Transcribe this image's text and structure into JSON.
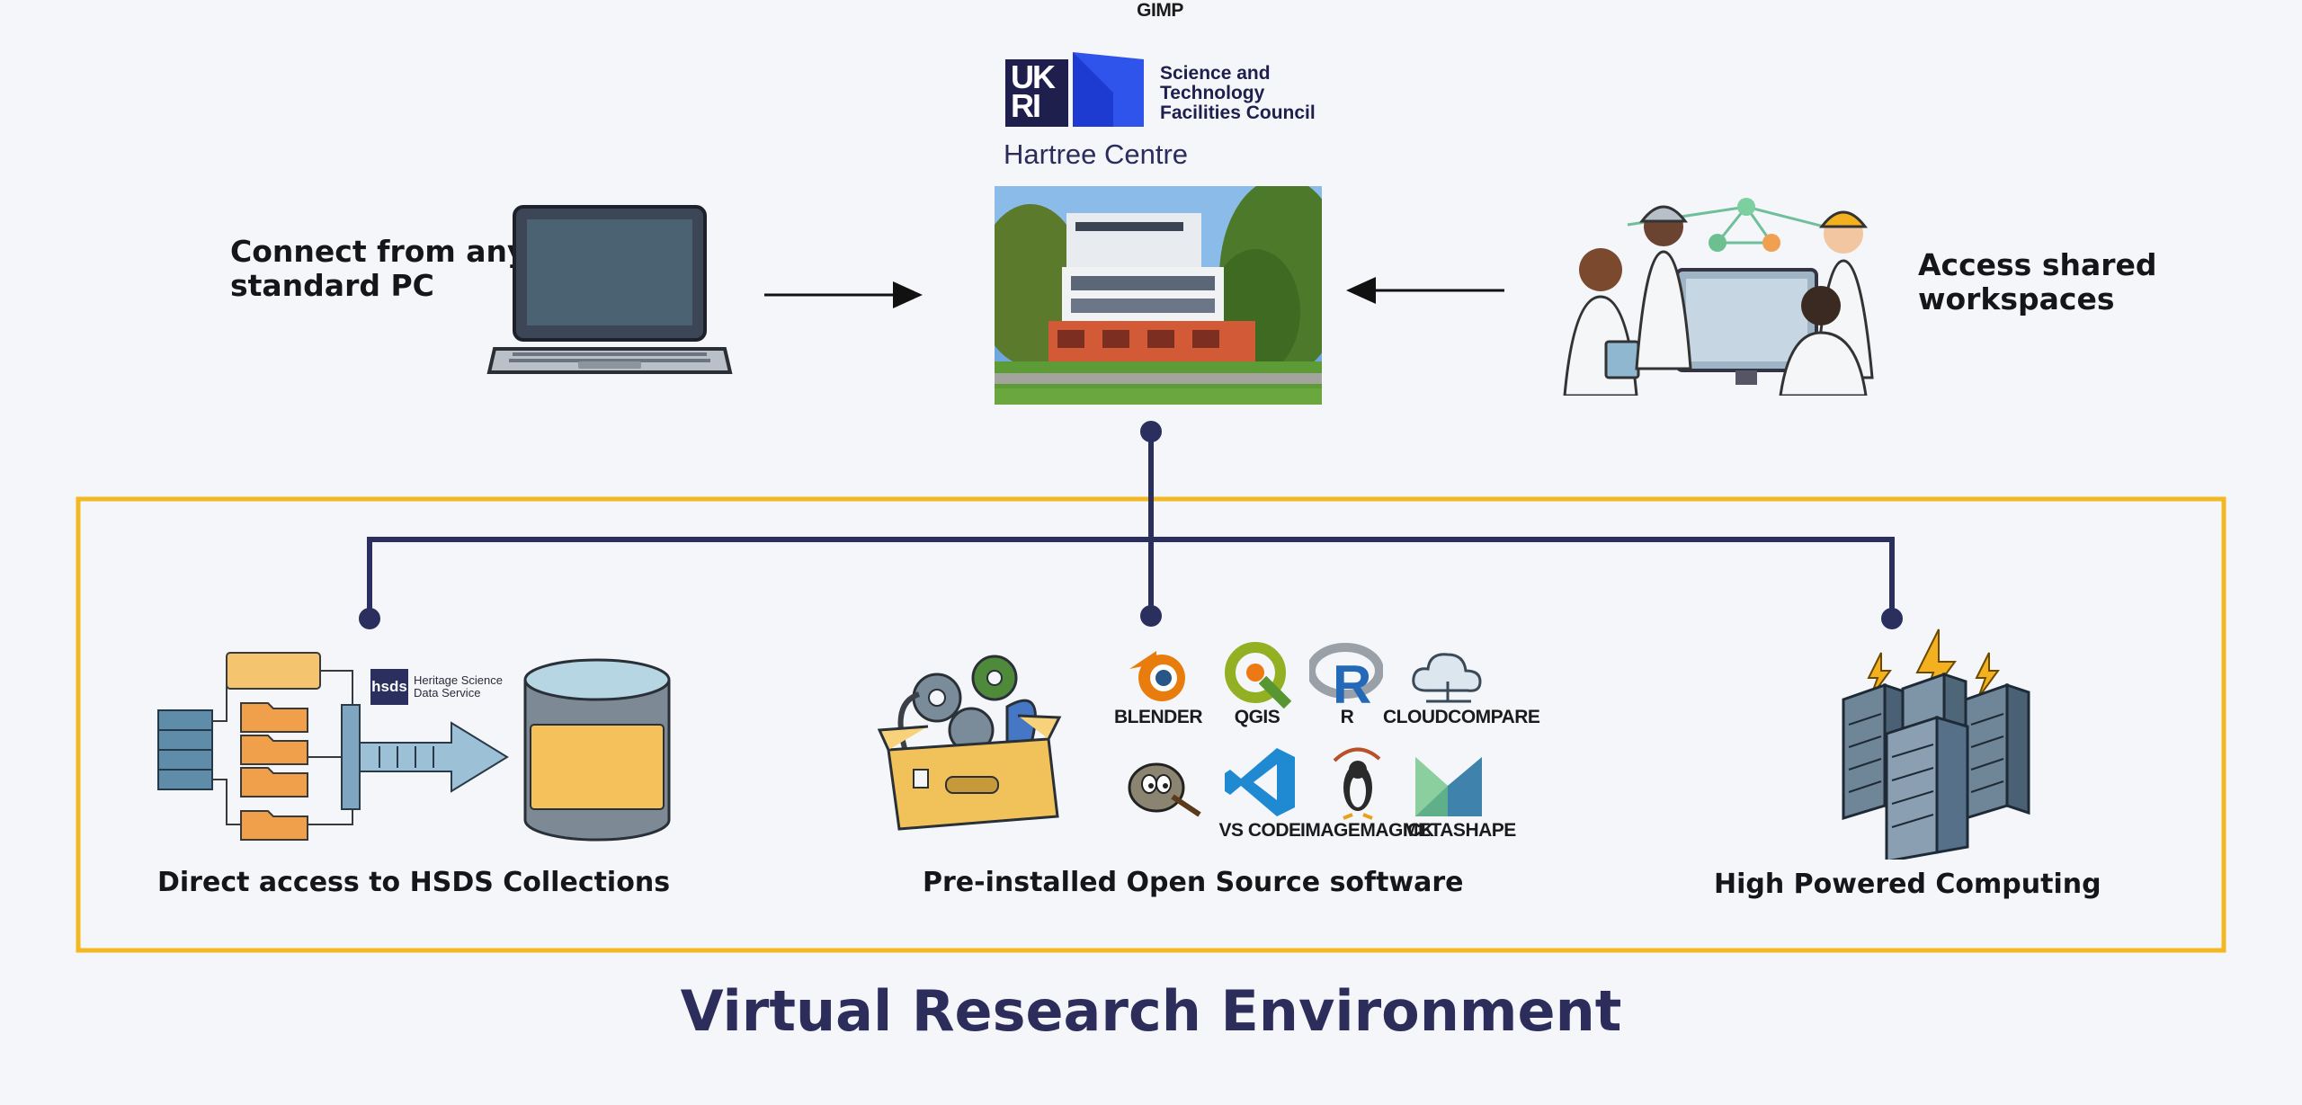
{
  "organization": {
    "logo_letters": "UKRI",
    "council_lines": [
      "Science and",
      "Technology",
      "Facilities Council"
    ],
    "centre_name": "Hartree Centre"
  },
  "access": {
    "left_label_lines": [
      "Connect from any",
      "standard PC"
    ],
    "right_label_lines": [
      "Access shared",
      "workspaces"
    ]
  },
  "features": {
    "hsds": {
      "label": "Direct access to HSDS Collections",
      "badge": "hsds",
      "badge_lines": [
        "Heritage Science",
        "Data Service"
      ]
    },
    "software": {
      "label": "Pre-installed Open Source software",
      "apps": [
        "BLENDER",
        "QGIS",
        "R",
        "CLOUDCOMPARE",
        "GIMP",
        "VS CODE",
        "IMAGEMAGICK",
        "METASHAPE"
      ]
    },
    "hpc": {
      "label": "High Powered Computing"
    }
  },
  "title": "Virtual Research Environment",
  "colors": {
    "navy": "#2a2f5e",
    "frame_yellow": "#f4b822",
    "ukri_blue": "#2f54eb",
    "background": "#f4f6fa"
  }
}
